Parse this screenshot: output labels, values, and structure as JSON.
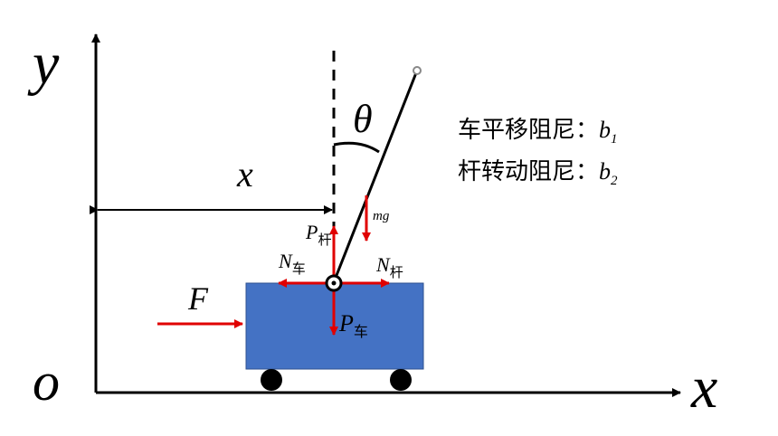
{
  "axes": {
    "y_label": "y",
    "x_label": "x",
    "origin_label": "o"
  },
  "labels": {
    "x_distance": "x",
    "theta": "θ",
    "force_F": "F",
    "mg": "mg",
    "P_rod_main": "P",
    "P_rod_sub": "杆",
    "N_cart_main": "N",
    "N_cart_sub": "车",
    "N_rod_main": "N",
    "N_rod_sub": "杆",
    "P_cart_main": "P",
    "P_cart_sub": "车"
  },
  "notes": {
    "line1_text": "车平移阻尼：",
    "line1_symbol": "b",
    "line1_sub": "1",
    "line2_text": "杆转动阻尼：",
    "line2_symbol": "b",
    "line2_sub": "2"
  },
  "colors": {
    "cart_fill": "#4472c4",
    "cart_stroke": "#2f528f",
    "force_arrow": "#e00000",
    "line": "#000000",
    "wheel": "#000000"
  }
}
